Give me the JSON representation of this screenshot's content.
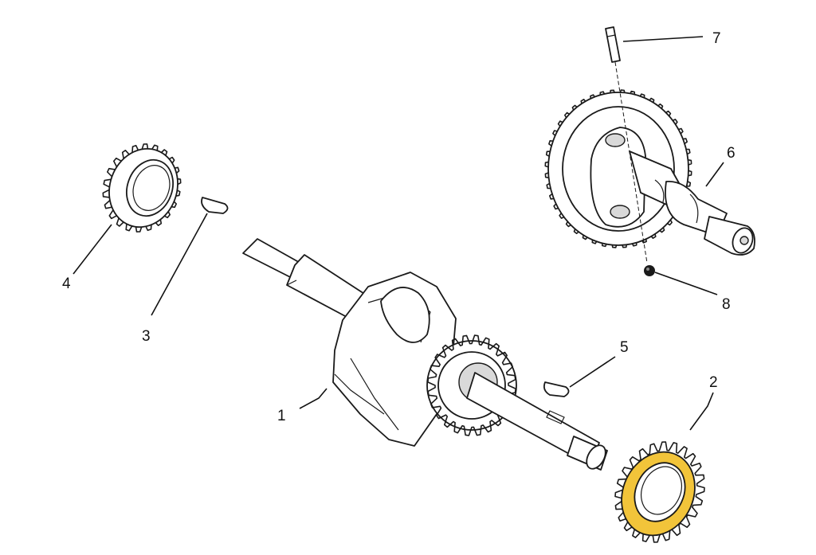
{
  "diagram": {
    "callouts": [
      {
        "id": "1",
        "label": "1"
      },
      {
        "id": "2",
        "label": "2"
      },
      {
        "id": "3",
        "label": "3"
      },
      {
        "id": "4",
        "label": "4"
      },
      {
        "id": "5",
        "label": "5"
      },
      {
        "id": "6",
        "label": "6"
      },
      {
        "id": "7",
        "label": "7"
      },
      {
        "id": "8",
        "label": "8"
      }
    ],
    "parts": [
      {
        "callout": "1",
        "icon": "crankshaft-icon"
      },
      {
        "callout": "2",
        "icon": "crank-timing-gear-icon",
        "highlighted": true
      },
      {
        "callout": "3",
        "icon": "woodruff-key-icon"
      },
      {
        "callout": "4",
        "icon": "balancer-gear-icon"
      },
      {
        "callout": "5",
        "icon": "woodruff-key-icon"
      },
      {
        "callout": "6",
        "icon": "camshaft-gear-icon"
      },
      {
        "callout": "7",
        "icon": "pin-icon"
      },
      {
        "callout": "8",
        "icon": "ball-icon"
      }
    ],
    "colors": {
      "line": "#1a1a1a",
      "background": "#ffffff",
      "highlight": "#f2c43a",
      "highlight_dark": "#d49a1a"
    }
  }
}
